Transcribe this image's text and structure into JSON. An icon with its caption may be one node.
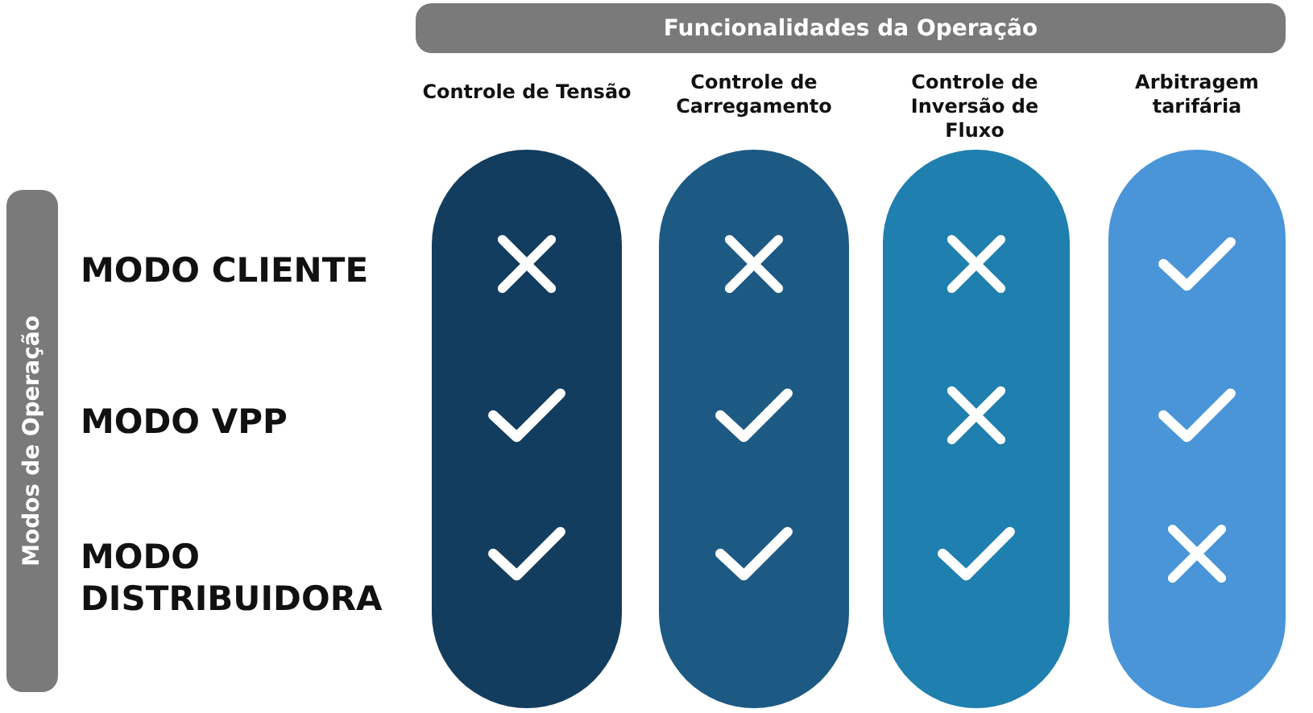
{
  "diagram": {
    "nodes": [
      {
        "text": [
          "Funcionalidades da Operação"
        ]
      },
      {
        "text": [
          "Modos de Operação"
        ]
      },
      {
        "text": [],
        "shape": "bar"
      },
      {
        "text": [],
        "shape": "cross",
        "in": 2
      },
      {
        "text": [],
        "shape": "check",
        "in": 2
      },
      {
        "text": [],
        "shape": "check",
        "in": 2
      },
      {
        "text": [],
        "shape": "bar"
      },
      {
        "text": [],
        "shape": "cross",
        "in": 6
      },
      {
        "text": [],
        "shape": "check",
        "in": 6
      },
      {
        "text": [],
        "shape": "check",
        "in": 6
      },
      {
        "text": [],
        "shape": "bar"
      },
      {
        "text": [],
        "shape": "cross",
        "in": 10
      },
      {
        "text": [],
        "shape": "cross",
        "in": 10
      },
      {
        "text": [],
        "shape": "check",
        "in": 10
      },
      {
        "text": [],
        "shape": "bar"
      },
      {
        "text": [],
        "shape": "check",
        "in": 14
      },
      {
        "text": [],
        "shape": "check",
        "in": 14
      },
      {
        "text": [],
        "shape": "cross",
        "in": 14
      }
    ],
    "edges": [],
    "labels": [
      "Controle de Tensão",
      "Controle de Carregamento",
      "Controle de Inversão de Fluxo",
      "Arbitragem tarifária",
      "MODO CLIENTE",
      "MODO VPP",
      "MODO DISTRIBUIDORA"
    ]
  }
}
